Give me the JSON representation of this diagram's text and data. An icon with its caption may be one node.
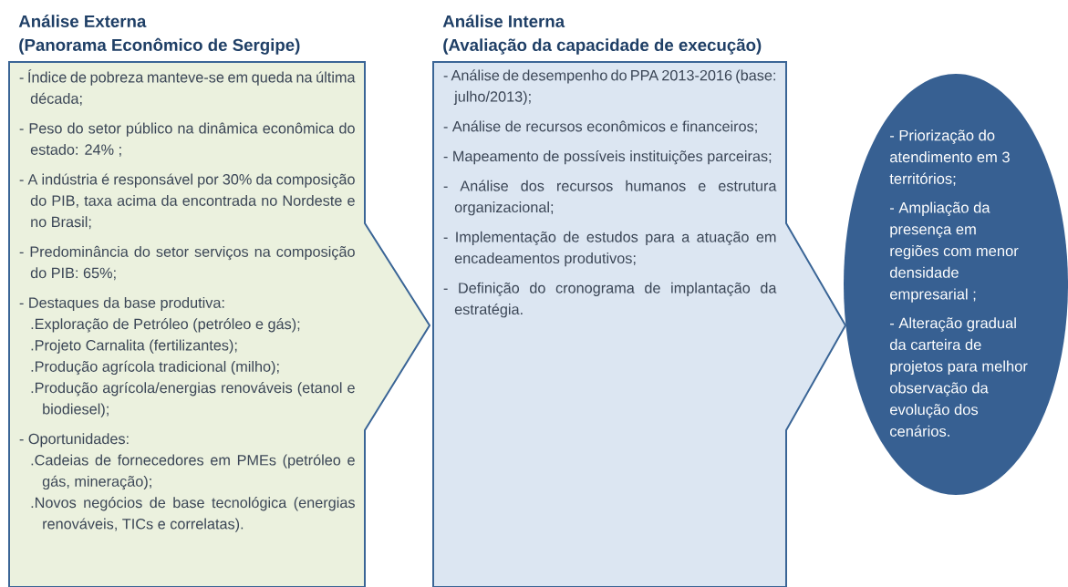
{
  "diagram": {
    "nodes": [
      {
        "text": [
          "Análise Externa",
          "(Panorama Econômico de Sergipe)",
          "- Índice de pobreza manteve-se em queda na última década;",
          "- Peso do setor público na dinâmica econômica do estado: 24% ;",
          "- A indústria é responsável por 30% da composição do PIB, taxa acima da encontrada no Nordeste e no Brasil;",
          "- Predominância do setor serviços na composição do PIB: 65%;",
          "- Destaques da base produtiva:",
          ".Exploração de Petróleo (petróleo e gás);",
          ".Projeto Carnalita (fertilizantes);",
          ".Produção agrícola tradicional (milho);",
          ".Produção agrícola/energias renováveis (etanol e biodiesel);",
          "- Oportunidades:",
          ".Cadeias de fornecedores em PMEs (petróleo e gás, mineração);",
          ".Novos negócios de base tecnológica (energias renováveis, TICs e correlatas)."
        ]
      },
      {
        "text": [
          "Análise Interna",
          "(Avaliação da capacidade de execução)",
          "- Análise de desempenho do PPA 2013-2016 (base: julho/2013);",
          "- Análise de recursos econômicos e financeiros;",
          "- Mapeamento de possíveis instituições parceiras;",
          "- Análise dos recursos humanos e estrutura organizacional;",
          "- Implementação de estudos para a atuação em encadeamentos produtivos;",
          "- Definição do cronograma de implantação da estratégia."
        ]
      },
      {
        "text": [
          "- Priorização do atendimento em 3 territórios;",
          "- Ampliação da presença em regiões com menor densidade empresarial ;",
          "- Alteração gradual da carteira de projetos para melhor observação da evolução dos cenários."
        ]
      }
    ]
  }
}
